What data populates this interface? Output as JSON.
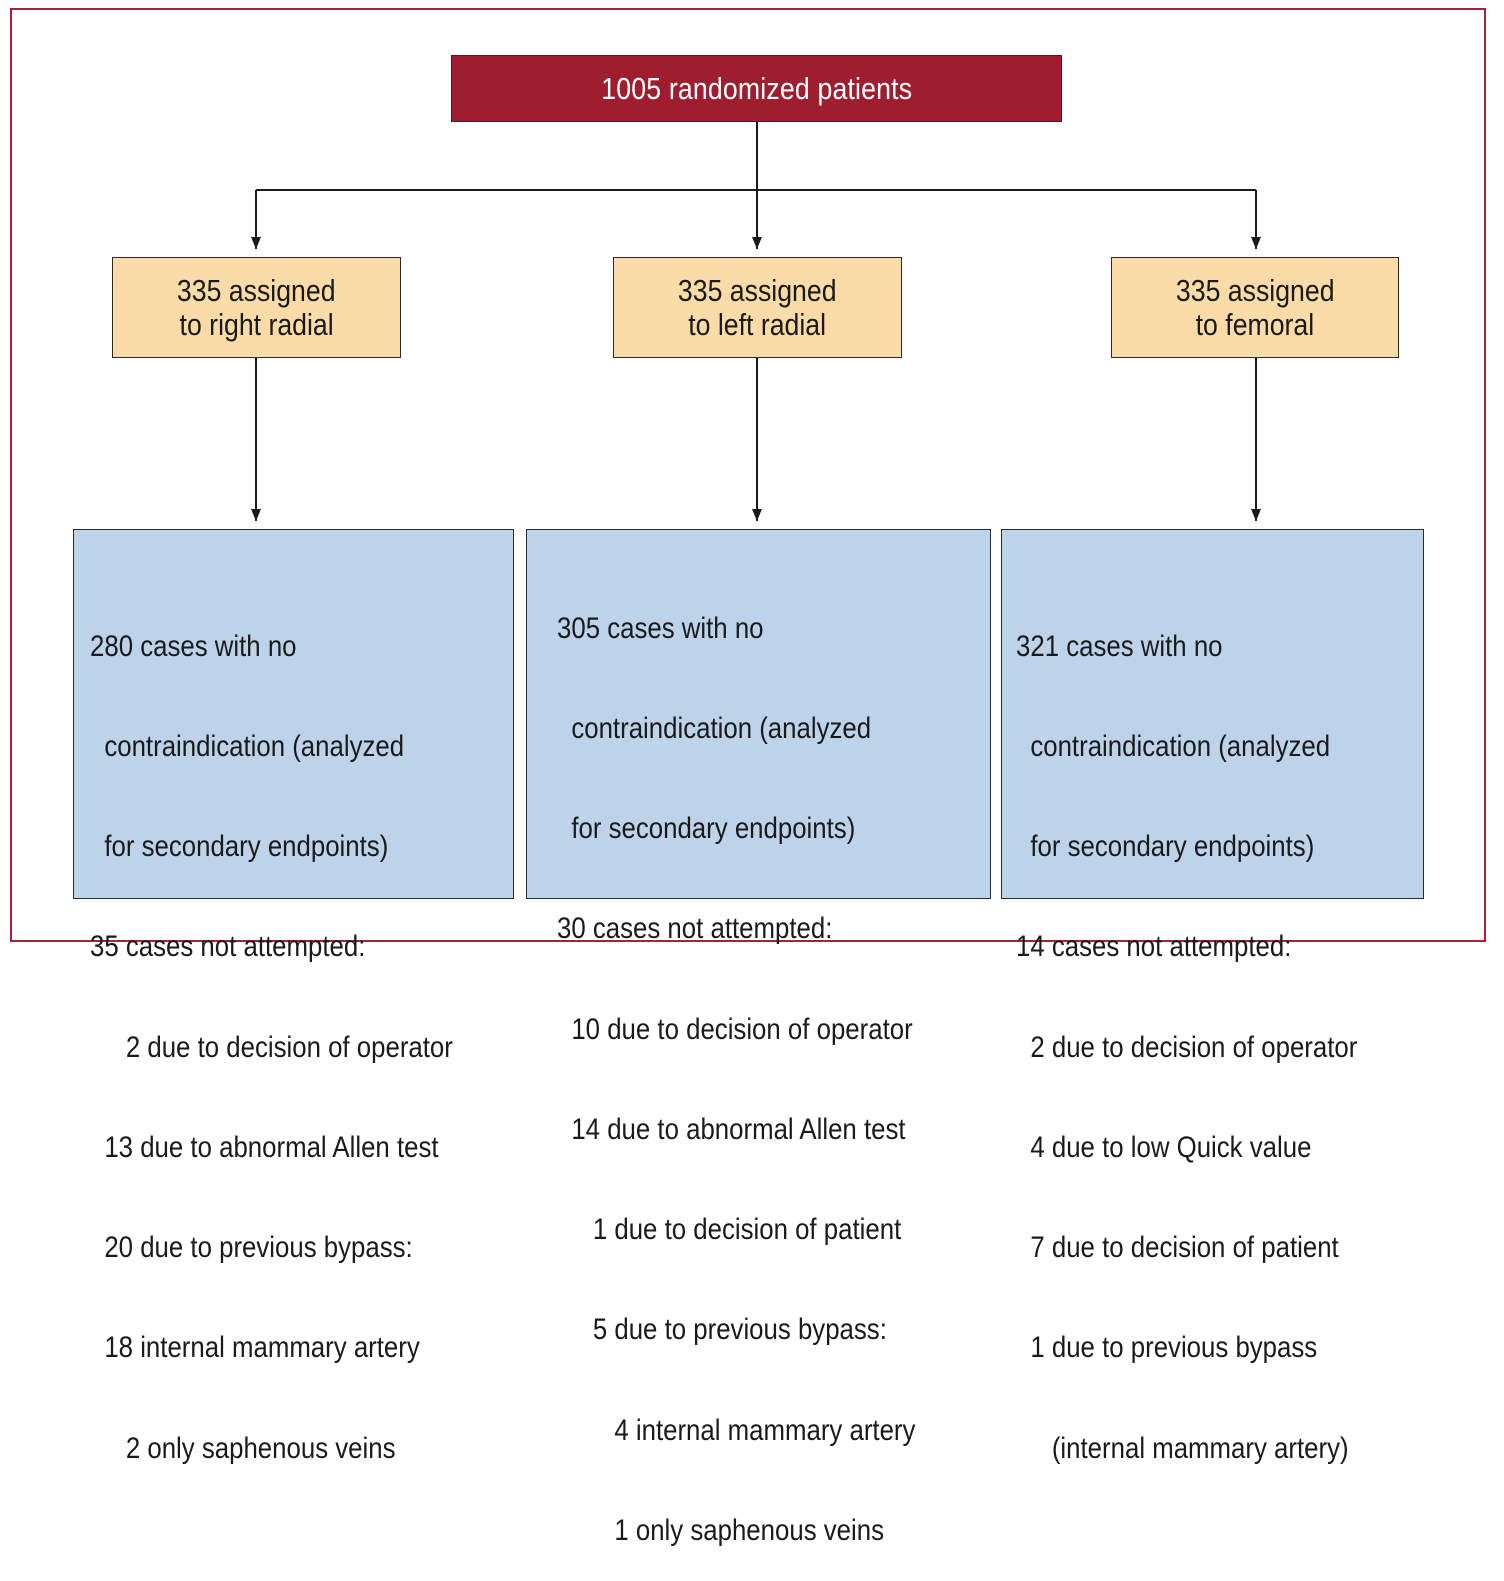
{
  "colors": {
    "frame": "#a3233a",
    "top_box_fill": "#9e1e2f",
    "arm_box_fill": "#fbdca8",
    "detail_box_fill": "#bcd3ea",
    "line": "#1a1a1a"
  },
  "top": {
    "label": "1005 randomized patients"
  },
  "arms": [
    {
      "lines": [
        "335 assigned",
        "to right radial"
      ]
    },
    {
      "lines": [
        "335 assigned",
        "to left radial"
      ]
    },
    {
      "lines": [
        "335 assigned",
        "to femoral"
      ]
    }
  ],
  "details": [
    {
      "lines": [
        "280 cases with no",
        "  contraindication (analyzed",
        "  for secondary endpoints)",
        "35 cases not attempted:",
        "     2 due to decision of operator",
        "  13 due to abnormal Allen test",
        "  20 due to previous bypass:",
        "  18 internal mammary artery",
        "     2 only saphenous veins"
      ]
    },
    {
      "lines": [
        "305 cases with no",
        "  contraindication (analyzed",
        "  for secondary endpoints)",
        "30 cases not attempted:",
        "  10 due to decision of operator",
        "  14 due to abnormal Allen test",
        "     1 due to decision of patient",
        "     5 due to previous bypass:",
        "        4 internal mammary artery",
        "        1 only saphenous veins"
      ]
    },
    {
      "lines": [
        "321 cases with no",
        "  contraindication (analyzed",
        "  for secondary endpoints)",
        "14 cases not attempted:",
        "  2 due to decision of operator",
        "  4 due to low Quick value",
        "  7 due to decision of patient",
        "  1 due to previous bypass",
        "     (internal mammary artery)"
      ]
    }
  ]
}
